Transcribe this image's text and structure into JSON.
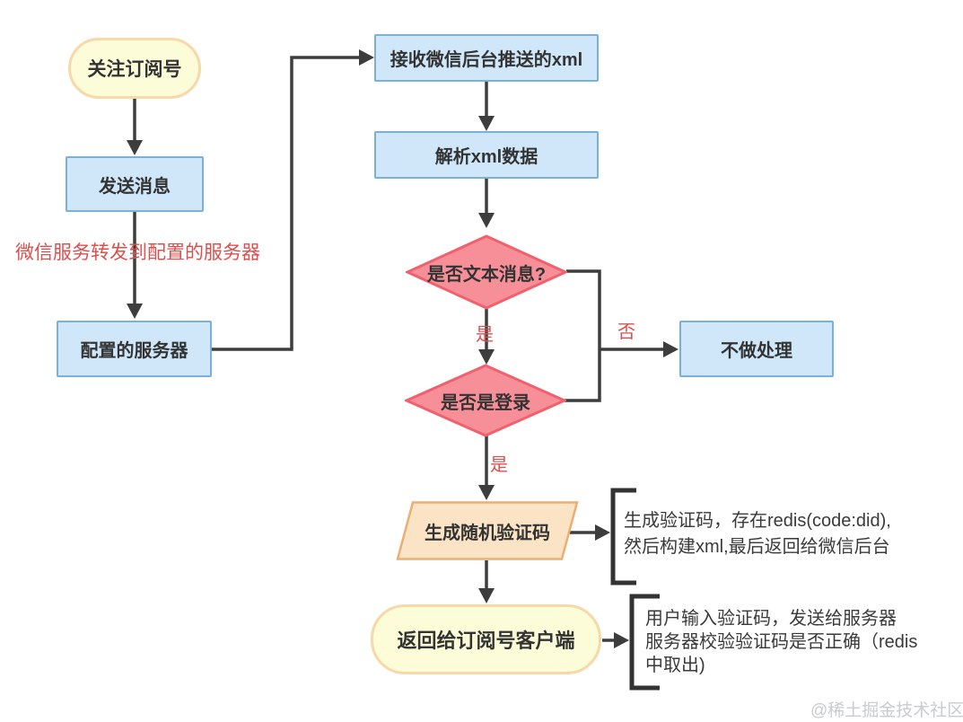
{
  "diagram": {
    "title_hint": "wechat-subscription-login-flowchart",
    "nodes": {
      "start": "关注订阅号",
      "send_message": "发送消息",
      "config_server": "配置的服务器",
      "receive_xml": "接收微信后台推送的xml",
      "parse_xml": "解析xml数据",
      "is_text_message": "是否文本消息?",
      "is_login": "是否是登录",
      "no_action": "不做处理",
      "generate_code": "生成随机验证码",
      "return_to_client": "返回给订阅号客户端"
    },
    "edge_labels": {
      "forward_note": "微信服务转发到配置的服务器",
      "yes1": "是",
      "no1": "否",
      "yes2": "是"
    },
    "annotations": {
      "generate_code_note": {
        "line1": "生成验证码，存在redis(code:did),",
        "line2": "然后构建xml,最后返回给微信后台"
      },
      "return_note": {
        "line1": "用户输入验证码，发送给服务器",
        "line2": "服务器校验验证码是否正确（redis",
        "line3": "中取出)"
      }
    },
    "watermark": "@稀土掘金技术社区",
    "colors": {
      "process_fill": "#cfe7f9",
      "process_border": "#79b1dc",
      "terminal_fill": "#fdfcd8",
      "terminal_border": "#f7d8a8",
      "decision_fill": "#f78f99",
      "decision_border": "#f0616d",
      "io_fill": "#fbe4c5",
      "io_border": "#edae74",
      "connector": "#3d3d3d",
      "red_label": "#dd4f4f",
      "watermark_gray": "#c9cbcf"
    }
  }
}
